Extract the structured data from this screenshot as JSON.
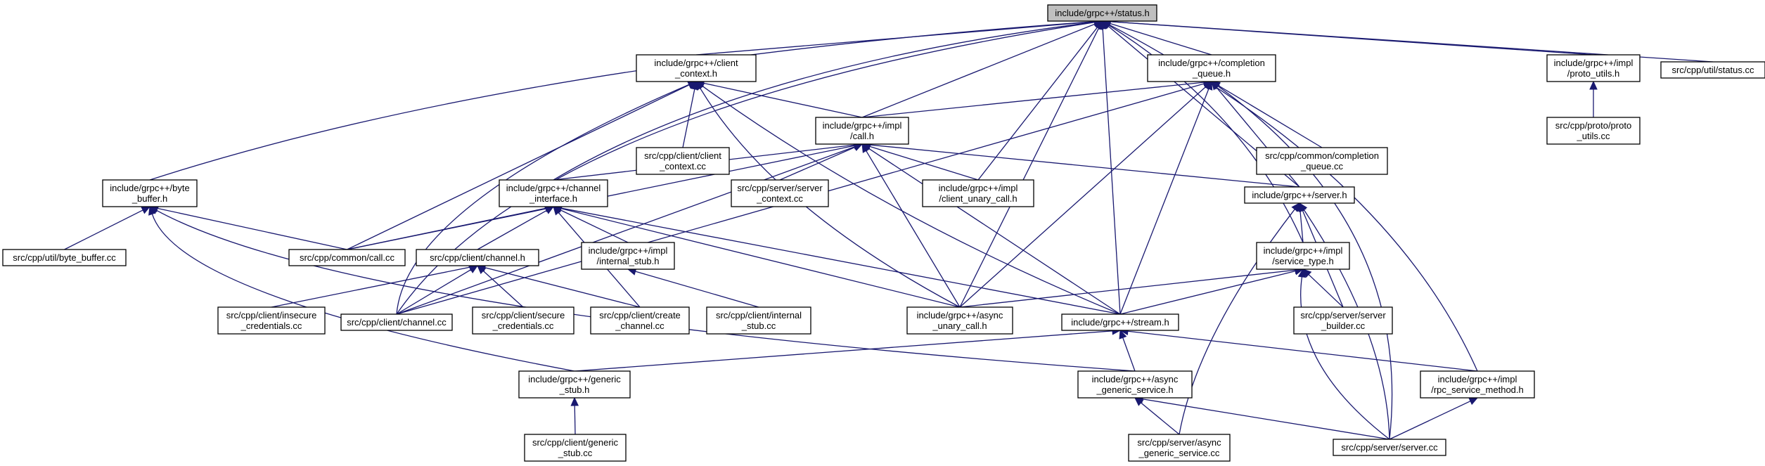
{
  "graph": {
    "nodes": [
      {
        "id": "status_h",
        "lines": [
          "include/grpc++/status.h"
        ],
        "root": true
      },
      {
        "id": "client_context_h",
        "lines": [
          "include/grpc++/client",
          "_context.h"
        ]
      },
      {
        "id": "completion_queue_h",
        "lines": [
          "include/grpc++/completion",
          "_queue.h"
        ]
      },
      {
        "id": "impl_proto_utils_h",
        "lines": [
          "include/grpc++/impl",
          "/proto_utils.h"
        ]
      },
      {
        "id": "util_status_cc",
        "lines": [
          "src/cpp/util/status.cc"
        ]
      },
      {
        "id": "client_context_cc",
        "lines": [
          "src/cpp/client/client",
          "_context.cc"
        ]
      },
      {
        "id": "impl_call_h",
        "lines": [
          "include/grpc++/impl",
          "/call.h"
        ]
      },
      {
        "id": "common_completion_queue_cc",
        "lines": [
          "src/cpp/common/completion",
          "_queue.cc"
        ]
      },
      {
        "id": "proto_utils_cc",
        "lines": [
          "src/cpp/proto/proto",
          "_utils.cc"
        ]
      },
      {
        "id": "byte_buffer_h",
        "lines": [
          "include/grpc++/byte",
          "_buffer.h"
        ]
      },
      {
        "id": "channel_interface_h",
        "lines": [
          "include/grpc++/channel",
          "_interface.h"
        ]
      },
      {
        "id": "server_context_cc",
        "lines": [
          "src/cpp/server/server",
          "_context.cc"
        ]
      },
      {
        "id": "impl_client_unary_call_h",
        "lines": [
          "include/grpc++/impl",
          "/client_unary_call.h"
        ]
      },
      {
        "id": "server_h",
        "lines": [
          "include/grpc++/server.h"
        ]
      },
      {
        "id": "util_byte_buffer_cc",
        "lines": [
          "src/cpp/util/byte_buffer.cc"
        ]
      },
      {
        "id": "common_call_cc",
        "lines": [
          "src/cpp/common/call.cc"
        ]
      },
      {
        "id": "client_channel_h",
        "lines": [
          "src/cpp/client/channel.h"
        ]
      },
      {
        "id": "impl_internal_stub_h",
        "lines": [
          "include/grpc++/impl",
          "/internal_stub.h"
        ]
      },
      {
        "id": "impl_service_type_h",
        "lines": [
          "include/grpc++/impl",
          "/service_type.h"
        ]
      },
      {
        "id": "insecure_credentials_cc",
        "lines": [
          "src/cpp/client/insecure",
          "_credentials.cc"
        ]
      },
      {
        "id": "client_channel_cc",
        "lines": [
          "src/cpp/client/channel.cc"
        ]
      },
      {
        "id": "secure_credentials_cc",
        "lines": [
          "src/cpp/client/secure",
          "_credentials.cc"
        ]
      },
      {
        "id": "create_channel_cc",
        "lines": [
          "src/cpp/client/create",
          "_channel.cc"
        ]
      },
      {
        "id": "internal_stub_cc",
        "lines": [
          "src/cpp/client/internal",
          "_stub.cc"
        ]
      },
      {
        "id": "async_unary_call_h",
        "lines": [
          "include/grpc++/async",
          "_unary_call.h"
        ]
      },
      {
        "id": "stream_h",
        "lines": [
          "include/grpc++/stream.h"
        ]
      },
      {
        "id": "server_builder_cc",
        "lines": [
          "src/cpp/server/server",
          "_builder.cc"
        ]
      },
      {
        "id": "generic_stub_h",
        "lines": [
          "include/grpc++/generic",
          "_stub.h"
        ]
      },
      {
        "id": "async_generic_service_h",
        "lines": [
          "include/grpc++/async",
          "_generic_service.h"
        ]
      },
      {
        "id": "impl_rpc_service_method_h",
        "lines": [
          "include/grpc++/impl",
          "/rpc_service_method.h"
        ]
      },
      {
        "id": "client_generic_stub_cc",
        "lines": [
          "src/cpp/client/generic",
          "_stub.cc"
        ]
      },
      {
        "id": "server_async_generic_service_cc",
        "lines": [
          "src/cpp/server/async",
          "_generic_service.cc"
        ]
      },
      {
        "id": "server_server_cc",
        "lines": [
          "src/cpp/server/server.cc"
        ]
      }
    ],
    "edges": [
      [
        "byte_buffer_h",
        "status_h"
      ],
      [
        "client_channel_cc",
        "status_h"
      ],
      [
        "channel_interface_h",
        "status_h"
      ],
      [
        "client_context_h",
        "status_h"
      ],
      [
        "impl_call_h",
        "status_h"
      ],
      [
        "impl_client_unary_call_h",
        "status_h"
      ],
      [
        "async_unary_call_h",
        "status_h"
      ],
      [
        "stream_h",
        "status_h"
      ],
      [
        "completion_queue_h",
        "status_h"
      ],
      [
        "server_h",
        "status_h"
      ],
      [
        "impl_service_type_h",
        "status_h"
      ],
      [
        "impl_rpc_service_method_h",
        "status_h"
      ],
      [
        "impl_proto_utils_h",
        "status_h"
      ],
      [
        "util_status_cc",
        "status_h"
      ],
      [
        "client_context_cc",
        "client_context_h"
      ],
      [
        "impl_call_h",
        "client_context_h"
      ],
      [
        "common_call_cc",
        "client_context_h"
      ],
      [
        "client_channel_cc",
        "client_context_h"
      ],
      [
        "async_unary_call_h",
        "client_context_h"
      ],
      [
        "stream_h",
        "client_context_h"
      ],
      [
        "impl_call_h",
        "completion_queue_h"
      ],
      [
        "common_completion_queue_cc",
        "completion_queue_h"
      ],
      [
        "server_h",
        "completion_queue_h"
      ],
      [
        "client_channel_cc",
        "completion_queue_h"
      ],
      [
        "async_unary_call_h",
        "completion_queue_h"
      ],
      [
        "stream_h",
        "completion_queue_h"
      ],
      [
        "server_server_cc",
        "completion_queue_h"
      ],
      [
        "proto_utils_cc",
        "impl_proto_utils_h"
      ],
      [
        "channel_interface_h",
        "impl_call_h"
      ],
      [
        "server_context_cc",
        "impl_call_h"
      ],
      [
        "impl_client_unary_call_h",
        "impl_call_h"
      ],
      [
        "server_h",
        "impl_call_h"
      ],
      [
        "common_call_cc",
        "impl_call_h"
      ],
      [
        "client_channel_cc",
        "impl_call_h"
      ],
      [
        "async_unary_call_h",
        "impl_call_h"
      ],
      [
        "stream_h",
        "impl_call_h"
      ],
      [
        "util_byte_buffer_cc",
        "byte_buffer_h"
      ],
      [
        "common_call_cc",
        "byte_buffer_h"
      ],
      [
        "generic_stub_h",
        "byte_buffer_h"
      ],
      [
        "async_generic_service_h",
        "byte_buffer_h"
      ],
      [
        "common_call_cc",
        "channel_interface_h"
      ],
      [
        "client_channel_h",
        "channel_interface_h"
      ],
      [
        "impl_internal_stub_h",
        "channel_interface_h"
      ],
      [
        "create_channel_cc",
        "channel_interface_h"
      ],
      [
        "async_unary_call_h",
        "channel_interface_h"
      ],
      [
        "stream_h",
        "channel_interface_h"
      ],
      [
        "impl_service_type_h",
        "server_h"
      ],
      [
        "server_builder_cc",
        "server_h"
      ],
      [
        "server_server_cc",
        "server_h"
      ],
      [
        "server_async_generic_service_cc",
        "server_h"
      ],
      [
        "insecure_credentials_cc",
        "client_channel_h"
      ],
      [
        "client_channel_cc",
        "client_channel_h"
      ],
      [
        "secure_credentials_cc",
        "client_channel_h"
      ],
      [
        "create_channel_cc",
        "client_channel_h"
      ],
      [
        "internal_stub_cc",
        "impl_internal_stub_h"
      ],
      [
        "async_unary_call_h",
        "impl_service_type_h"
      ],
      [
        "stream_h",
        "impl_service_type_h"
      ],
      [
        "server_builder_cc",
        "impl_service_type_h"
      ],
      [
        "server_server_cc",
        "impl_service_type_h"
      ],
      [
        "generic_stub_h",
        "stream_h"
      ],
      [
        "async_generic_service_h",
        "stream_h"
      ],
      [
        "impl_rpc_service_method_h",
        "stream_h"
      ],
      [
        "client_generic_stub_cc",
        "generic_stub_h"
      ],
      [
        "server_async_generic_service_cc",
        "async_generic_service_h"
      ],
      [
        "server_server_cc",
        "async_generic_service_h"
      ],
      [
        "server_server_cc",
        "impl_rpc_service_method_h"
      ]
    ]
  }
}
